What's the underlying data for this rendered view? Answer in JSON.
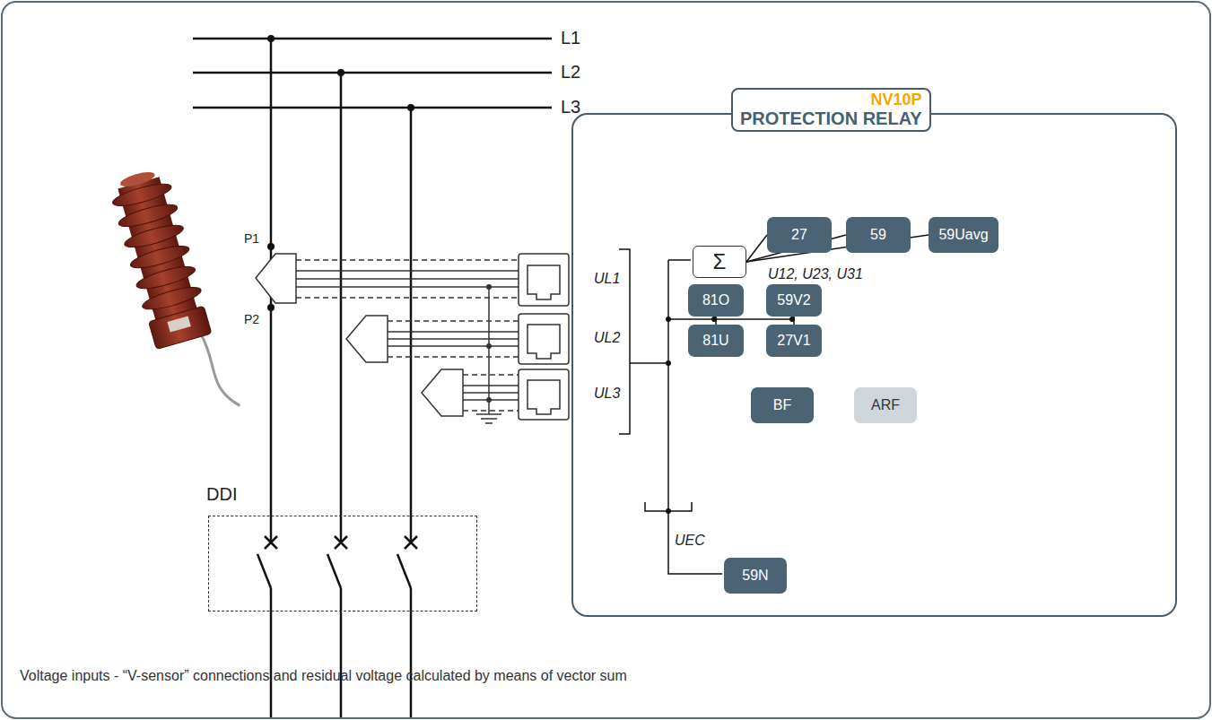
{
  "diagram": {
    "caption": "Voltage inputs - “V-sensor” connections  and residual voltage calculated by means of vector sum",
    "nodes": [
      {
        "text": [
          "NV10P",
          "PROTECTION RELAY"
        ]
      },
      {
        "text": [
          "Σ"
        ],
        "in": 0
      },
      {
        "text": [
          "27"
        ],
        "in": 0
      },
      {
        "text": [
          "59"
        ],
        "in": 0
      },
      {
        "text": [
          "59Uavg"
        ],
        "in": 0
      },
      {
        "text": [
          "81O"
        ],
        "in": 0
      },
      {
        "text": [
          "59V2"
        ],
        "in": 0
      },
      {
        "text": [
          "81U"
        ],
        "in": 0
      },
      {
        "text": [
          "27V1"
        ],
        "in": 0
      },
      {
        "text": [
          "BF"
        ],
        "in": 0
      },
      {
        "text": [
          "ARF"
        ],
        "in": 0
      },
      {
        "text": [
          "59N"
        ],
        "in": 0
      },
      {
        "text": [
          "DDI"
        ]
      }
    ],
    "edges": [
      {
        "from": 1,
        "to": 2,
        "arrow": "none"
      },
      {
        "from": 1,
        "to": 3,
        "arrow": "none"
      },
      {
        "from": 1,
        "to": 4,
        "arrow": "none"
      },
      {
        "from": 5,
        "to": 7,
        "arrow": "none"
      },
      {
        "from": 6,
        "to": 8,
        "arrow": "none"
      }
    ],
    "labels": [
      "L1",
      "L2",
      "L3",
      "P1",
      "P2",
      "UL1",
      "UL2",
      "UL3",
      "U12, U23, U31",
      "UEC"
    ]
  }
}
